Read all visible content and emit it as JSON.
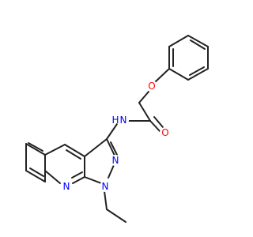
{
  "molecule": {
    "atoms": {
      "o_ether": {
        "symbol": "O",
        "color": "#ff0000"
      },
      "o_carbonyl": {
        "symbol": "O",
        "color": "#ff0000"
      },
      "n_amide": {
        "symbol": "N",
        "color": "#0000ff"
      },
      "h_amide": {
        "symbol": "H",
        "color": "#0000ff"
      },
      "n_pyrazole_2": {
        "symbol": "N",
        "color": "#0000ff"
      },
      "n_pyrazole_1": {
        "symbol": "N",
        "color": "#0000ff"
      },
      "n_pyridine": {
        "symbol": "N",
        "color": "#0000ff"
      }
    },
    "colors": {
      "bond": "#222222",
      "background": "#ffffff"
    }
  }
}
